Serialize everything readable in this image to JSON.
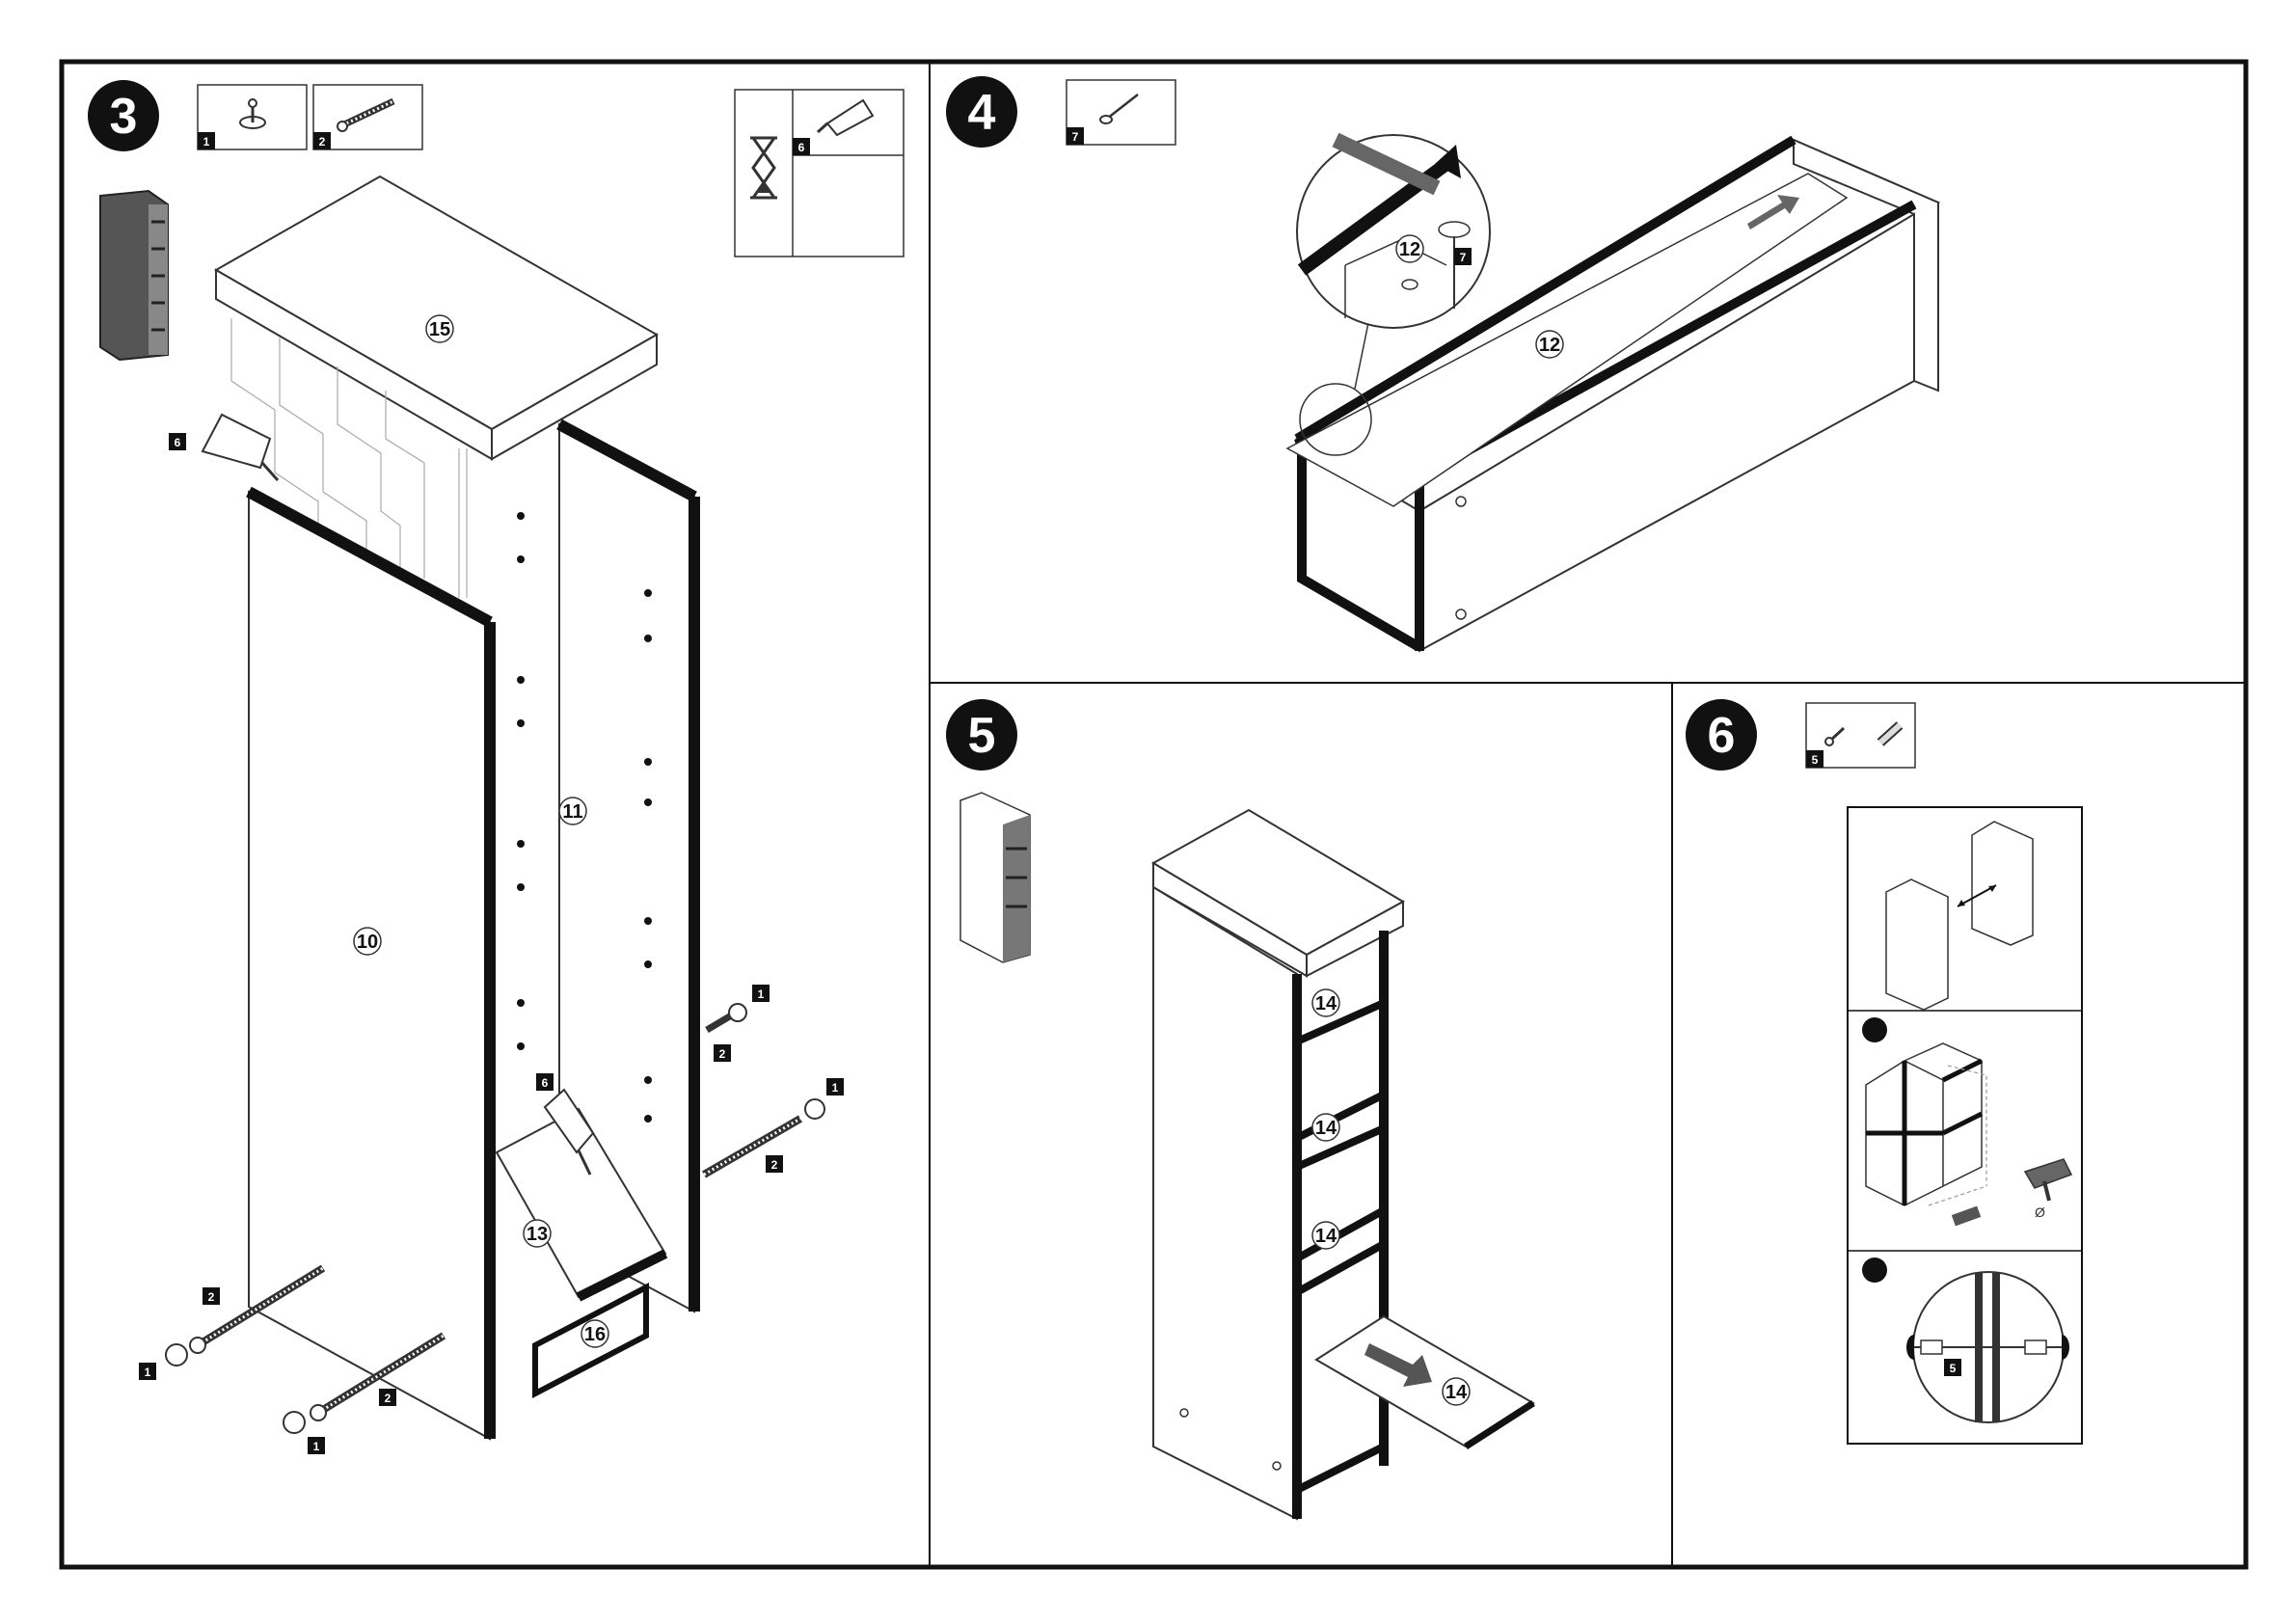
{
  "steps": [
    {
      "number": "3",
      "parts": [
        "1",
        "2"
      ],
      "glue": "6"
    },
    {
      "number": "4",
      "parts": [
        "7"
      ]
    },
    {
      "number": "5"
    },
    {
      "number": "6",
      "parts": [
        "5"
      ]
    }
  ],
  "labels": {
    "top": "15",
    "left_panel": "10",
    "right_panel": "11",
    "bottom_shelf": "13",
    "plinth": "16",
    "back_board": "12",
    "shelf": "14",
    "screw_dowel": "1",
    "screw": "2",
    "glue": "6",
    "nail": "7",
    "connector": "5"
  },
  "colors": {
    "ink": "#111111",
    "line": "#333333",
    "panel": "#ffffff",
    "tag": "#111111"
  },
  "icons": [
    "cam-dowel-icon",
    "screw-icon",
    "glue-tube-icon",
    "hourglass-icon",
    "nail-icon",
    "connector-screw-icon",
    "drill-icon"
  ]
}
